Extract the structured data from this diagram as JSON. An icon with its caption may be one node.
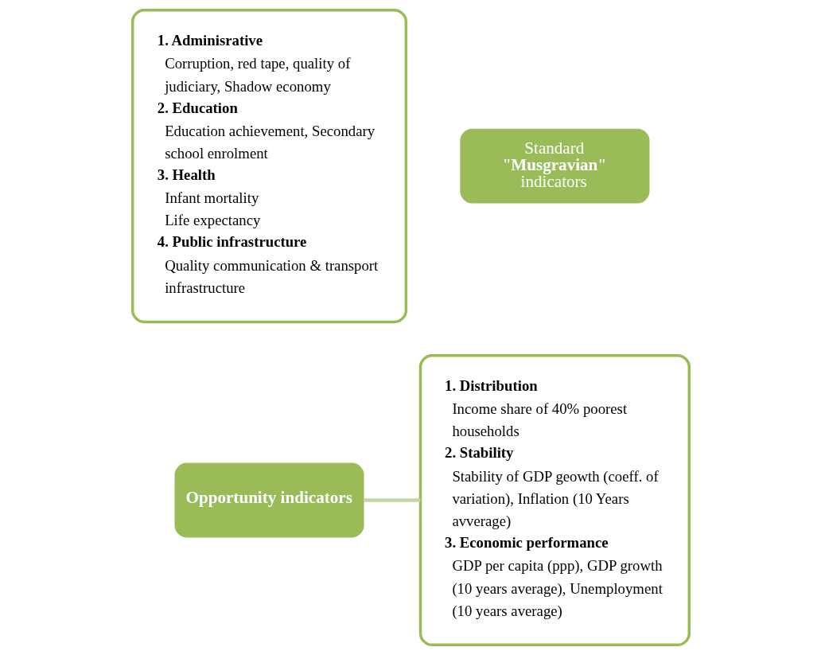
{
  "diagram": {
    "nodes": [
      {
        "text": [
          "1. Adminisrative",
          "Corruption, red tape, quality of judiciary, Shadow economy",
          "2. Education",
          "Education achievement, Secondary school enrolment",
          "3. Health",
          "Infant mortality",
          "Life expectancy",
          "4. Public infrastructure",
          "Quality communication & transport infrastructure"
        ]
      },
      {
        "text": [
          "Opportunity indicators"
        ]
      },
      {
        "text": [
          "Standard \"**Musgravian**\" indicators"
        ]
      },
      {
        "text": [
          "1. Distribution",
          "Income share of 40% poorest households",
          "2. Stability",
          "Stability of GDP geowth (coeff. of variation), Inflation (10 Years avverage)",
          "3. Economic performance",
          "GDP per capita (ppp), GDP growth (10 years average), Unemployment (10 years average)"
        ]
      }
    ],
    "edges": [
      {
        "from": 1,
        "to": 3,
        "arrow": "none"
      }
    ]
  }
}
